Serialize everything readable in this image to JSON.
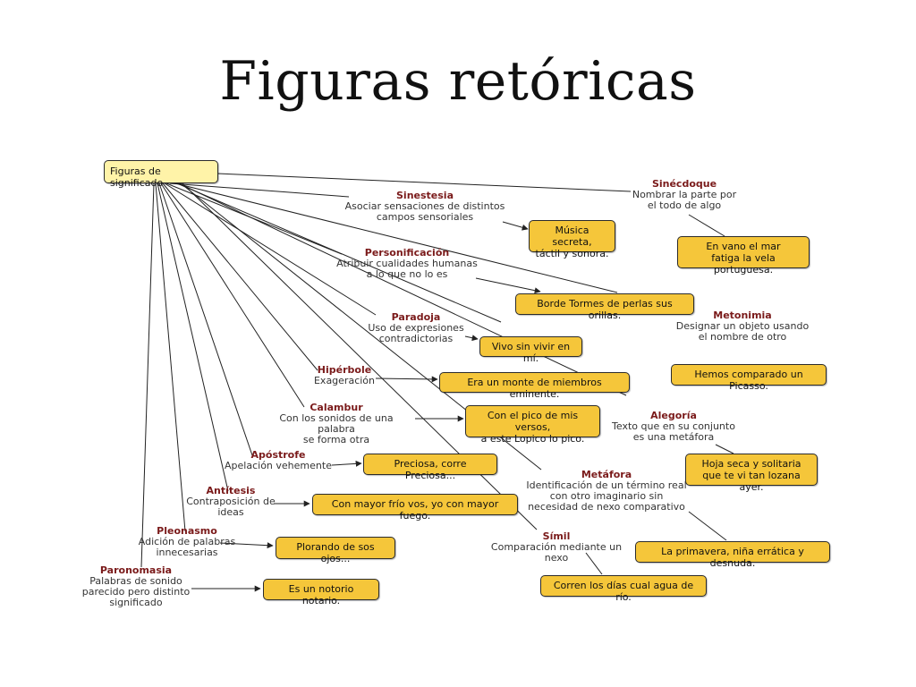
{
  "title": "Figuras retóricas",
  "root": {
    "label": "Figuras de significado"
  },
  "concepts": [
    {
      "name": "Sinécdoque",
      "desc": [
        "Nombrar la parte por",
        "el todo de algo"
      ],
      "example": [
        "En vano el mar",
        "fatiga la vela portuguesa."
      ]
    },
    {
      "name": "Sinestesia",
      "desc": [
        "Asociar sensaciones de distintos",
        "campos sensoriales"
      ],
      "example": [
        "Música secreta,",
        "táctil y sonora."
      ]
    },
    {
      "name": "Personificación",
      "desc": [
        "Atribuir cualidades humanas",
        "a lo que no lo es"
      ],
      "example": [
        "Borde Tormes de perlas sus orillas."
      ]
    },
    {
      "name": "Metonimia",
      "desc": [
        "Designar un objeto usando",
        "el nombre de otro"
      ],
      "example": [
        "Hemos comparado un Picasso."
      ]
    },
    {
      "name": "Paradoja",
      "desc": [
        "Uso de expresiones",
        "contradictorias"
      ],
      "example": [
        "Vivo sin vivir en mí."
      ]
    },
    {
      "name": "Hipérbole",
      "desc": [
        "Exageración"
      ],
      "example": [
        "Era un monte de miembros eminente."
      ]
    },
    {
      "name": "Calambur",
      "desc": [
        "Con los sonidos de una palabra",
        "se forma otra"
      ],
      "example": [
        "Con el pico de mis versos,",
        "a este Lopico lo pico."
      ]
    },
    {
      "name": "Alegoría",
      "desc": [
        "Texto que en su conjunto",
        "es una metáfora"
      ],
      "example": [
        "Hoja seca y solitaria",
        "que te vi tan lozana ayer."
      ]
    },
    {
      "name": "Apóstrofe",
      "desc": [
        "Apelación vehemente"
      ],
      "example": [
        "Preciosa, corre Preciosa..."
      ]
    },
    {
      "name": "Metáfora",
      "desc": [
        "Identificación de un término real",
        "con otro imaginario sin",
        "necesidad de nexo comparativo"
      ],
      "example": [
        "La primavera, niña errática y desnuda."
      ]
    },
    {
      "name": "Antítesis",
      "desc": [
        "Contraposición de",
        "ideas"
      ],
      "example": [
        "Con mayor frío vos, yo con mayor fuego."
      ]
    },
    {
      "name": "Símil",
      "desc": [
        "Comparación mediante un nexo"
      ],
      "example": [
        "Corren los días cual agua de río."
      ]
    },
    {
      "name": "Pleonasmo",
      "desc": [
        "Adición de palabras",
        "innecesarias"
      ],
      "example": [
        "Plorando de sos ojos..."
      ]
    },
    {
      "name": "Paronomasia",
      "desc": [
        "Palabras de sonido",
        "parecido pero distinto",
        "significado"
      ],
      "example": [
        "Es un notorio notario."
      ]
    }
  ],
  "colors": {
    "box_fill": "#f5c63a",
    "root_fill": "#fff3a8",
    "concept_name": "#7a1a1a",
    "line": "#222222"
  }
}
